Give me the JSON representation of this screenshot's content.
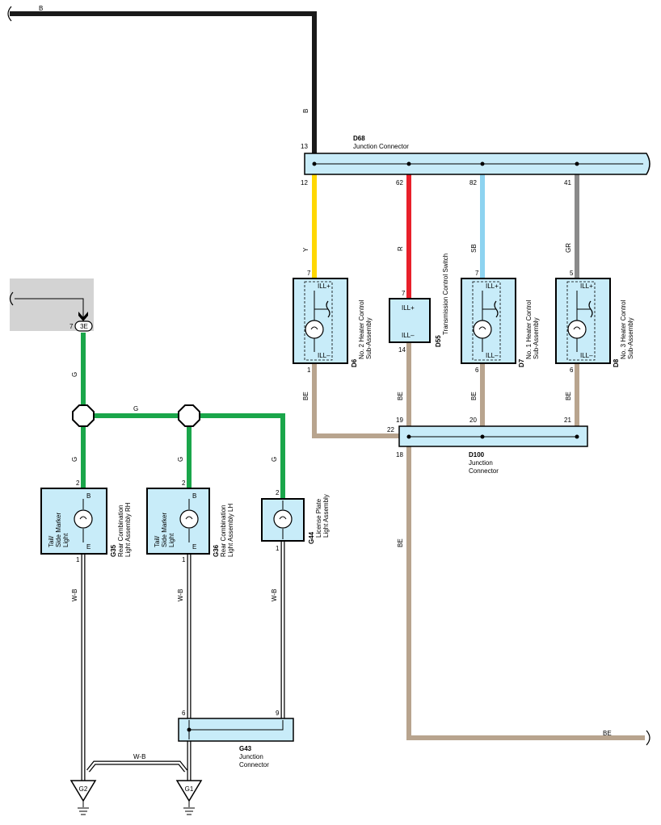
{
  "wire_colors": {
    "B": "#1a1a1a",
    "Y": "#ffd700",
    "R": "#e8202a",
    "SB": "#8dd3f0",
    "GR": "#8a8a8a",
    "BE": "#b8a48e",
    "G": "#1aa64a",
    "W-B": "#000000"
  },
  "wires": {
    "top": "B",
    "vertical_b": "B",
    "d6": "Y",
    "d55": "R",
    "d7": "SB",
    "d8": "GR",
    "be": "BE",
    "g": "G",
    "wb": "W-B"
  },
  "connectors": {
    "d68": {
      "code": "D68",
      "name": "Junction Connector"
    },
    "d100": {
      "code": "D100",
      "name_line1": "Junction",
      "name_line2": "Connector"
    },
    "g43": {
      "code": "G43",
      "name_line1": "Junction",
      "name_line2": "Connector"
    }
  },
  "components": {
    "d6": {
      "code": "D6",
      "line1": "No. 2 Heater Control",
      "line2": "Sub-Assembly",
      "top": "ILL+",
      "bottom": "ILL–"
    },
    "d55": {
      "code": "D55",
      "line1": "Transmission Control Switch",
      "top": "ILL+",
      "bottom": "ILL–"
    },
    "d7": {
      "code": "D7",
      "line1": "No. 1 Heater Control",
      "line2": "Sub-Assembly",
      "top": "ILL+",
      "bottom": "ILL–"
    },
    "d8": {
      "code": "D8",
      "line1": "No. 3 Heater Control",
      "line2": "Sub-Assembly",
      "top": "ILL+",
      "bottom": "ILL–"
    },
    "g35": {
      "code": "G35",
      "line1": "Rear Combination",
      "line2": "Light Assembly RH",
      "inside1": "Tail/",
      "inside2": "Side Marker",
      "inside3": "Light",
      "pin_b": "B",
      "pin_e": "E"
    },
    "g36": {
      "code": "G36",
      "line1": "Rear Combination",
      "line2": "Light Assembly LH",
      "inside1": "Tail/",
      "inside2": "Side Marker",
      "inside3": "Light",
      "pin_b": "B",
      "pin_e": "E"
    },
    "g44": {
      "code": "G44",
      "line1": "License Plate",
      "line2": "Light Assembly"
    }
  },
  "pins": {
    "d68_in": "13",
    "d68_d6": "12",
    "d68_d55": "62",
    "d68_d7": "82",
    "d68_d8": "41",
    "d6_top": "7",
    "d6_bot": "1",
    "d55_top": "7",
    "d55_bot": "14",
    "d7_top": "7",
    "d7_bot": "6",
    "d8_top": "5",
    "d8_bot": "6",
    "d100_in": "22",
    "d100_d55": "19",
    "d100_d7": "20",
    "d100_d8": "21",
    "d100_out": "18",
    "g35_top": "2",
    "g35_bot": "1",
    "g36_top": "2",
    "g36_bot": "1",
    "g44_top": "2",
    "g44_bot": "1",
    "g43_a": "6",
    "g43_b": "9",
    "source": "7",
    "source_conn": "3E"
  },
  "grounds": {
    "g2": "G2",
    "g1": "G1"
  }
}
